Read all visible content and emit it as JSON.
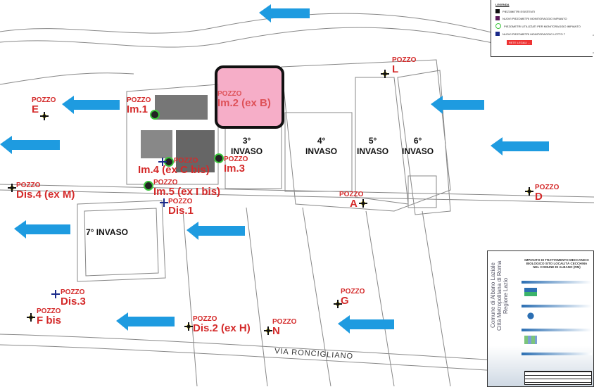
{
  "map": {
    "road_label": "VIA RONCIGLIANO",
    "highlight_color": "#f5a0be",
    "arrow_color": "#1e9be0",
    "label_color": "#d42a2a",
    "invasi": [
      {
        "num": "3°",
        "label": "INVASO"
      },
      {
        "num": "4°",
        "label": "INVASO"
      },
      {
        "num": "5°",
        "label": "INVASO"
      },
      {
        "num": "6°",
        "label": "INVASO"
      },
      {
        "num": "",
        "label": "7° INVASO"
      }
    ],
    "wells": [
      {
        "prefix": "POZZO",
        "name": "L",
        "type": "esistente"
      },
      {
        "prefix": "POZZO",
        "name": "E",
        "type": "esistente"
      },
      {
        "prefix": "POZZO",
        "name": "Im.1",
        "type": "impianto"
      },
      {
        "prefix": "POZZO",
        "name": "Im.2 (ex B)",
        "type": "impianto"
      },
      {
        "prefix": "POZZO",
        "name": "Im.3",
        "type": "impianto"
      },
      {
        "prefix": "POZZO",
        "name": "Im.4 (ex C bis)",
        "type": "impianto"
      },
      {
        "prefix": "POZZO",
        "name": "Im.5 (ex I bis)",
        "type": "impianto"
      },
      {
        "prefix": "POZZO",
        "name": "Dis.1",
        "type": "lotto7"
      },
      {
        "prefix": "POZZO",
        "name": "Dis.4 (ex M)",
        "type": "esistente"
      },
      {
        "prefix": "POZZO",
        "name": "A",
        "type": "esistente"
      },
      {
        "prefix": "POZZO",
        "name": "D",
        "type": "esistente"
      },
      {
        "prefix": "POZZO",
        "name": "G",
        "type": "esistente"
      },
      {
        "prefix": "POZZO",
        "name": "N",
        "type": "esistente"
      },
      {
        "prefix": "POZZO",
        "name": "Dis.2 (ex H)",
        "type": "esistente"
      },
      {
        "prefix": "POZZO",
        "name": "Dis.3",
        "type": "lotto7"
      },
      {
        "prefix": "POZZO",
        "name": "F bis",
        "type": "esistente"
      }
    ]
  },
  "legend": {
    "title": "LEGENDA",
    "items": [
      "PIEZOMETRI ESISTENTI",
      "NUOVI PIEZOMETRI MONITORAGGIO IMPIANTO",
      "PIEZOMETRI UTILIZZATI PER MONITORAGGIO IMPIANTO",
      "NUOVI PIEZOMETRI MONITORAGGIO LOTTO 7"
    ],
    "warning": "RETE LEGALI ..."
  },
  "title_block": {
    "municipality": "Comune di Albano Laziale",
    "metro": "Città Metropolitana di Roma",
    "region": "Regione Lazio",
    "project": "IMPIANTO DI TRATTAMENTO MECCANICO BIOLOGICO SITO LOCALITÀ CECCHINA NEL COMUNE DI ALBANO (RM)"
  }
}
